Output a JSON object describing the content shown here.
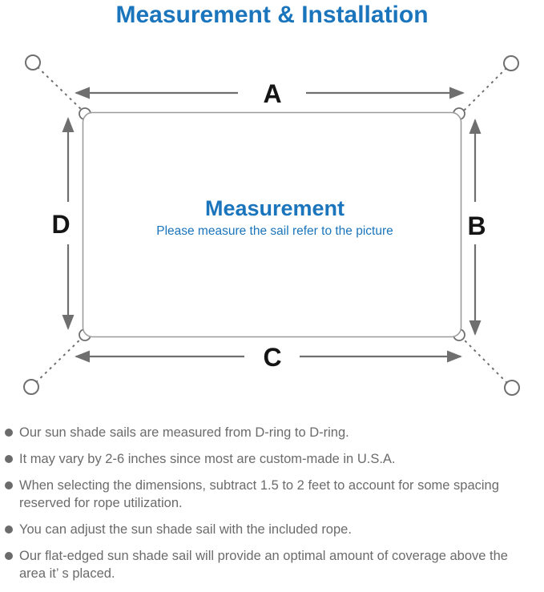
{
  "title": "Measurement & Installation",
  "diagram": {
    "edge_labels": {
      "top": "A",
      "right": "B",
      "bottom": "C",
      "left": "D"
    },
    "center_title": "Measurement",
    "center_subtitle": "Please measure the sail refer to the picture"
  },
  "notes": [
    "Our sun shade sails are measured from D-ring to D-ring.",
    "It may vary by 2-6 inches since most are custom-made in U.S.A.",
    "When selecting the dimensions, subtract 1.5 to 2 feet to account for some spacing reserved for rope utilization.",
    "You can adjust the sun shade sail with the included rope.",
    "Our flat-edged sun shade sail will provide an optimal amount of coverage above the area it’ s placed."
  ],
  "colors": {
    "accent_blue": "#1b75bc",
    "line_gray": "#6f6f6f",
    "sail_gray": "#9c9c9c",
    "text_gray": "#6b6b6b",
    "label_black": "#151515"
  }
}
